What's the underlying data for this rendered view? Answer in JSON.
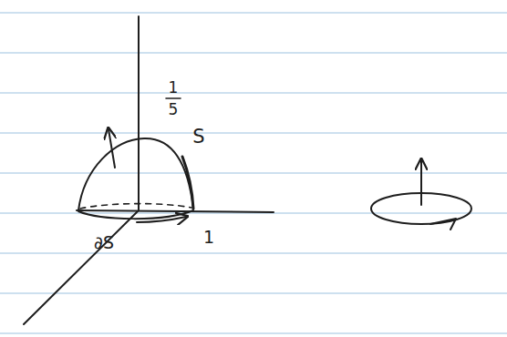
{
  "diagram": {
    "labels": [
      "1",
      "5",
      "S",
      "∂S",
      "1"
    ]
  }
}
